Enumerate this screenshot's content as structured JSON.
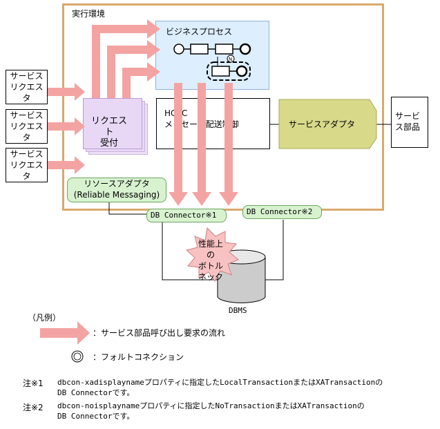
{
  "diagram": {
    "exec_env_label": "実行環境",
    "business_process_label": "ビジネスプロセス",
    "service_requesters": [
      "サービス\nリクエス\nタ",
      "サービス\nリクエス\nタ",
      "サービス\nリクエス\nタ"
    ],
    "request_receiver_label": "リクエスト\n受付",
    "hcsc_label": "HCSC\nメッセージ配送制御",
    "service_adapter_label": "サービスアダプタ",
    "service_component_label": "サービ\nス部品",
    "resource_adapter_label": "リソースアダプタ\n(Reliable Messaging)",
    "db_connector_1_label": "DB Connector※1",
    "db_connector_2_label": "DB Connector※2",
    "bottleneck_label": "性能上の\nボトル\nネック",
    "dbms_label": "DBMS",
    "fault_connection_symbol": "N"
  },
  "legend": {
    "title": "（凡例）",
    "flow_label": "：サービス部品呼び出し要求の流れ",
    "fault_label": "：フォルトコネクション"
  },
  "notes": [
    {
      "mark": "注※1",
      "text": "dbcon-xadisplaynameプロパティに指定したLocalTransactionまたはXATransactionの\nDB Connectorです。"
    },
    {
      "mark": "注※2",
      "text": "dbcon-noisplaynameプロパティに指定したNoTransactionまたはXATransactionの\nDB Connectorです。"
    }
  ],
  "colors": {
    "exec_env_border": "#d9a86c",
    "arrow_fill": "#f4a3a3",
    "business_process_fill": "#ddeeff",
    "request_fill": "#e8d8f5",
    "service_adapter_fill": "#d9d98a",
    "green_fill": "#d8f2d0"
  }
}
